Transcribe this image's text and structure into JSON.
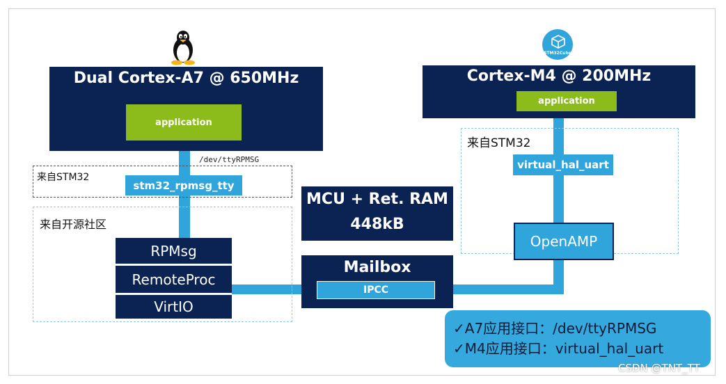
{
  "a7": {
    "title": "Dual Cortex-A7 @ 650MHz",
    "app": "application",
    "dev_path": "/dev/ttyRPMSG"
  },
  "a7_stm32_box": {
    "label": "来自STM32",
    "driver": "stm32_rpmsg_tty"
  },
  "open_source_box": {
    "label": "来自开源社区",
    "stack": [
      "RPMsg",
      "RemoteProc",
      "VirtIO"
    ]
  },
  "mcu_ram": {
    "line1": "MCU + Ret. RAM",
    "line2": "448kB"
  },
  "mailbox": {
    "title": "Mailbox",
    "ipcc": "IPCC"
  },
  "m4": {
    "title": "Cortex-M4 @ 200MHz",
    "app": "application"
  },
  "m4_stm32_box": {
    "label": "来自STM32",
    "driver": "virtual_hal_uart",
    "openamp": "OpenAMP"
  },
  "callout": {
    "line1": "✓A7应用接口：/dev/ttyRPMSG",
    "line2": "✓M4应用接口：virtual_hal_uart"
  },
  "stm32cube_logo": {
    "text": "STM32Cube"
  },
  "watermark": "CSDN @TNT_TT",
  "colors": {
    "navy": "#0b2353",
    "green": "#8cbc1b",
    "cyan": "#2fa5dc",
    "callout": "#35a9dd"
  }
}
